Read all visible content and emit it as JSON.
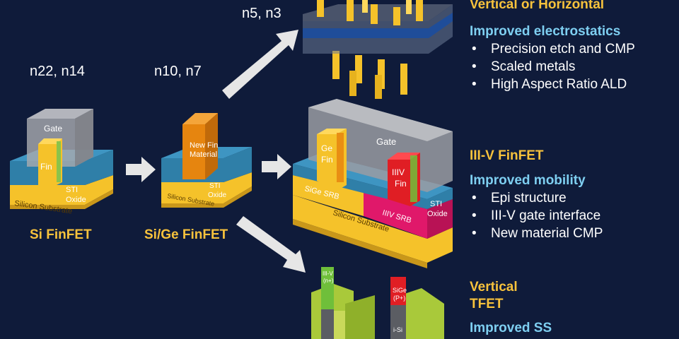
{
  "nodes": {
    "n22_n14": "n22, n14",
    "n10_n7": "n10, n7",
    "n5_n3": "n5, n3"
  },
  "devices": {
    "si_finfet": {
      "title": "Si FinFET",
      "gate": "Gate",
      "fin": "Fin",
      "sti_line1": "STI",
      "sti_line2": "Oxide",
      "substrate": "Silicon Substrate"
    },
    "sige_finfet": {
      "title": "Si/Ge FinFET",
      "new_fin_line1": "New Fin",
      "new_fin_line2": "Material",
      "sti_line1": "STI",
      "sti_line2": "Oxide",
      "substrate": "Silicon Substrate"
    },
    "iiiv_finfet": {
      "gate": "Gate",
      "ge_line1": "Ge",
      "ge_line2": "Fin",
      "iiiv_line1": "IIIV",
      "iiiv_line2": "Fin",
      "sige_srb": "SiGe SRB",
      "iiiv_srb": "IIIV SRB",
      "sti_line1": "STI",
      "sti_line2": "Oxide",
      "substrate": "Silicon Substrate"
    },
    "tfet": {
      "iiiv_line1": "III-V",
      "iiiv_line2": "(n+)",
      "sige_line1": "SiGe",
      "sige_line2": "(P+)",
      "isi": "i-Si"
    }
  },
  "panels": {
    "nanowire": {
      "heading": "Vertical or Horizontal",
      "subheading": "Improved electrostatics",
      "bullets": [
        "Precision etch and CMP",
        "Scaled metals",
        "High Aspect Ratio ALD"
      ]
    },
    "iiiv": {
      "heading": "III-V FinFET",
      "subheading": "Improved mobility",
      "bullets": [
        "Epi structure",
        "III-V gate interface",
        "New material CMP"
      ]
    },
    "tfet": {
      "heading_line1": "Vertical",
      "heading_line2": "TFET",
      "subheading": "Improved SS"
    }
  },
  "colors": {
    "background": "#0f1b3a",
    "accent_yellow": "#f7c23c",
    "accent_cyan": "#7ecff1",
    "sti_blue": "#2f7fa8",
    "gate_gray": "#9a9ca3",
    "fin_orange": "#e6850f",
    "iiiv_red": "#e01e24",
    "srb_magenta": "#e0186a",
    "tfet_green": "#a9c93a"
  }
}
